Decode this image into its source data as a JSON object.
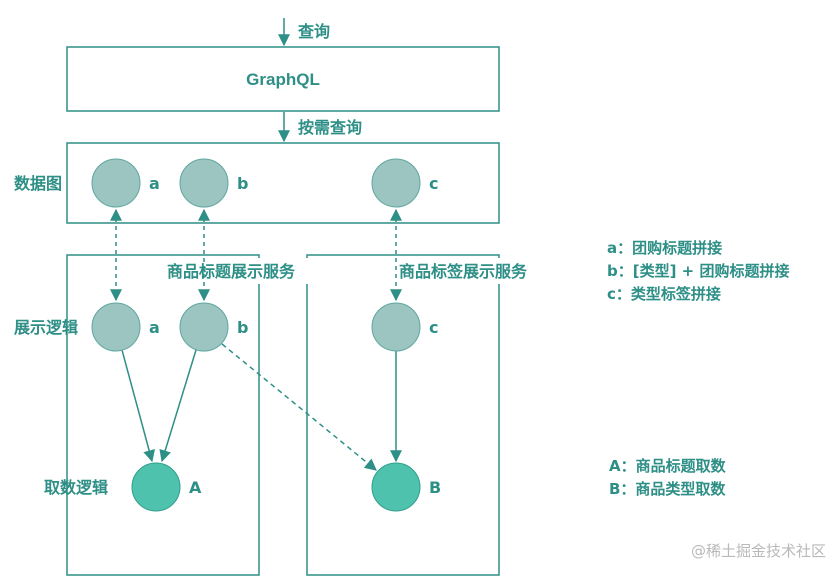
{
  "top_arrow_label": "查询",
  "graphql_label": "GraphQL",
  "second_arrow_label": "按需查询",
  "rows": {
    "data_graph": "数据图",
    "display_logic": "展示逻辑",
    "fetch_logic": "取数逻辑"
  },
  "services": {
    "title_service": "商品标题展示服务",
    "tag_service": "商品标签展示服务"
  },
  "nodes": {
    "data_a": "a",
    "data_b": "b",
    "data_c": "c",
    "display_a": "a",
    "display_b": "b",
    "display_c": "c",
    "fetch_A": "A",
    "fetch_B": "B"
  },
  "legend_lower": [
    "a：团购标题拼接",
    "b：[类型] + 团购标题拼接",
    "c：类型标签拼接"
  ],
  "legend_upper": [
    "A：商品标题取数",
    "B：商品类型取数"
  ],
  "watermark": "@稀土掘金技术社区",
  "colors": {
    "line": "#2e8f87",
    "node_light": "#9cc5c1",
    "node_dark": "#4fc2ad"
  }
}
